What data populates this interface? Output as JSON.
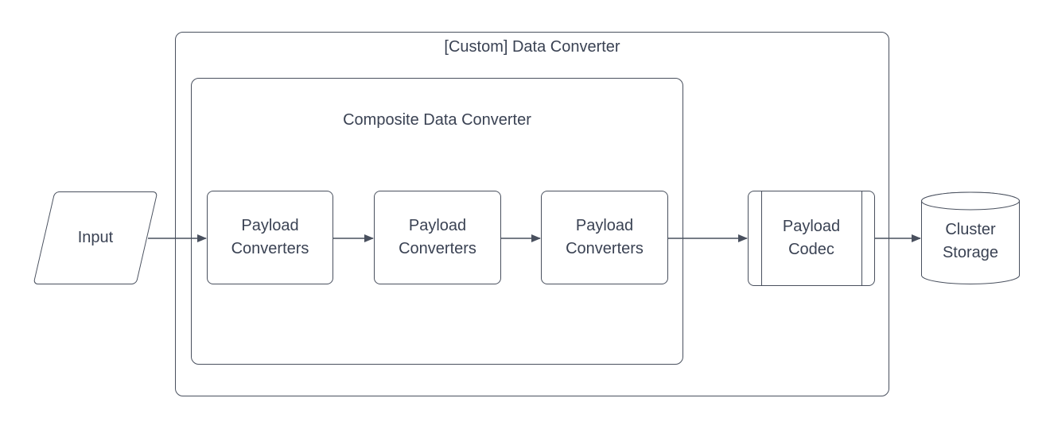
{
  "containers": {
    "custom": {
      "title": "[Custom] Data Converter"
    },
    "composite": {
      "title": "Composite Data Converter"
    }
  },
  "nodes": {
    "input": {
      "label": "Input",
      "shape": "parallelogram"
    },
    "converter1": {
      "label": "Payload Converters",
      "shape": "rounded-rectangle"
    },
    "converter2": {
      "label": "Payload Converters",
      "shape": "rounded-rectangle"
    },
    "converter3": {
      "label": "Payload Converters",
      "shape": "rounded-rectangle"
    },
    "codec": {
      "label": "Payload Codec",
      "shape": "predefined-process"
    },
    "storage": {
      "label": "Cluster Storage",
      "shape": "cylinder"
    }
  },
  "connectors": [
    {
      "from": "input",
      "to": "converter1"
    },
    {
      "from": "converter1",
      "to": "converter2"
    },
    {
      "from": "converter2",
      "to": "converter3"
    },
    {
      "from": "converter3",
      "to": "codec"
    },
    {
      "from": "codec",
      "to": "storage"
    }
  ],
  "colors": {
    "stroke": "#49505e",
    "text": "#3a4253",
    "background": "#ffffff"
  }
}
